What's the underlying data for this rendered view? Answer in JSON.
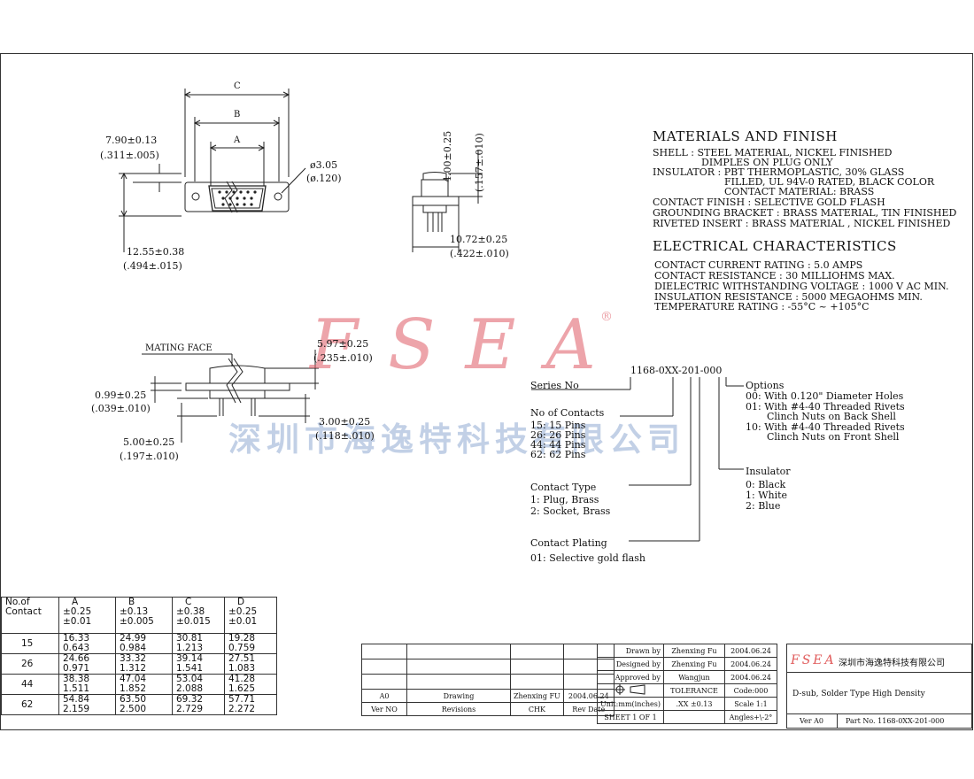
{
  "materials": {
    "title": "MATERIALS  AND  FINISH",
    "lines": [
      "SHELL : STEEL MATERIAL, NICKEL FINISHED",
      "DIMPLES ON PLUG ONLY",
      "INSULATOR : PBT THERMOPLASTIC, 30% GLASS",
      "FILLED, UL 94V-0 RATED, BLACK COLOR",
      "CONTACT MATERIAL: BRASS",
      "CONTACT FINISH : SELECTIVE GOLD FLASH",
      "GROUNDING BRACKET : BRASS MATERIAL, TIN FINISHED",
      "RIVETED INSERT : BRASS MATERIAL , NICKEL FINISHED"
    ]
  },
  "electrical": {
    "title": "ELECTRICAL  CHARACTERISTICS",
    "lines": [
      "CONTACT CURRENT RATING : 5.0 AMPS",
      "CONTACT RESISTANCE : 30 MILLIOHMS MAX.",
      "DIELECTRIC WITHSTANDING VOLTAGE : 1000 V AC MIN.",
      "INSULATION RESISTANCE : 5000 MEGAOHMS MIN.",
      "TEMPERATURE RATING : -55°C ~ +105°C"
    ]
  },
  "front_view": {
    "c": "C",
    "b": "B",
    "a": "A",
    "dim_790": "7.90±0.13",
    "dim_311": "(.311±.005)",
    "dim_305": "ø3.05",
    "dim_120": "(ø.120)",
    "dim_1255": "12.55±0.38",
    "dim_494": "(.494±.015)"
  },
  "side_view": {
    "dim_400": "4.00±0.25",
    "dim_157": "(.157±.010)",
    "dim_1072": "10.72±0.25",
    "dim_422": "(.422±.010)"
  },
  "mating_view": {
    "mating_face": "MATING  FACE",
    "dim_597": "5.97±0.25",
    "dim_235": "(.235±.010)",
    "dim_099": "0.99±0.25",
    "dim_039": "(.039±.010)",
    "dim_300": "3.00±0.25",
    "dim_118": "(.118±.010)",
    "dim_500": "5.00±0.25",
    "dim_197": "(.197±.010)"
  },
  "watermark": {
    "logo": "FSEA",
    "reg": "®",
    "company": "深圳市海逸特科技有限公司"
  },
  "part_number": {
    "code": "1168-0XX-201-000",
    "series_label": "Series No",
    "contacts_title": "No of Contacts",
    "contacts": [
      "15: 15 Pins",
      "26: 26 Pins",
      "44: 44 Pins",
      "62: 62 Pins"
    ],
    "contact_type_title": "Contact Type",
    "contact_types": [
      "1: Plug, Brass",
      "2: Socket, Brass"
    ],
    "plating_title": "Contact Plating",
    "plating": [
      "01: Selective gold flash"
    ],
    "options_title": "Options",
    "options": [
      "00: With 0.120\" Diameter Holes",
      "01: With #4-40 Threaded Rivets",
      "Clinch Nuts on Back Shell",
      "10: With #4-40 Threaded Rivets",
      "Clinch Nuts on Front Shell"
    ],
    "insulator_title": "Insulator",
    "insulators": [
      "0: Black",
      "1: White",
      "2: Blue"
    ]
  },
  "dim_table": {
    "headers": [
      [
        "No.of",
        "Contact"
      ],
      [
        "A",
        "±0.25",
        "±0.01"
      ],
      [
        "B",
        "±0.13",
        "±0.005"
      ],
      [
        "C",
        "±0.38",
        "±0.015"
      ],
      [
        "D",
        "±0.25",
        "±0.01"
      ]
    ],
    "rows": [
      {
        "contact": "15",
        "a": [
          "16.33",
          "0.643"
        ],
        "b": [
          "24.99",
          "0.984"
        ],
        "c": [
          "30.81",
          "1.213"
        ],
        "d": [
          "19.28",
          "0.759"
        ]
      },
      {
        "contact": "26",
        "a": [
          "24.66",
          "0.971"
        ],
        "b": [
          "33.32",
          "1.312"
        ],
        "c": [
          "39.14",
          "1.541"
        ],
        "d": [
          "27.51",
          "1.083"
        ]
      },
      {
        "contact": "44",
        "a": [
          "38.38",
          "1.511"
        ],
        "b": [
          "47.04",
          "1.852"
        ],
        "c": [
          "53.04",
          "2.088"
        ],
        "d": [
          "41.28",
          "1.625"
        ]
      },
      {
        "contact": "62",
        "a": [
          "54.84",
          "2.159"
        ],
        "b": [
          "63.50",
          "2.500"
        ],
        "c": [
          "69.32",
          "2.729"
        ],
        "d": [
          "57.71",
          "2.272"
        ]
      }
    ]
  },
  "title_block": {
    "rev_a0": "A0",
    "rev_drawing": "Drawing",
    "rev_by": "Zhenxing FU",
    "rev_date": "2004.06.24",
    "hdr_verno": "Ver NO",
    "hdr_revisions": "Revisions",
    "hdr_chk": "CHK",
    "hdr_revdate": "Rev Date",
    "drawn_label": "Drawn   by",
    "drawn_name": "Zhenxing Fu",
    "drawn_date": "2004.06.24",
    "designed_label": "Designed  by",
    "designed_name": "Zhenxing Fu",
    "designed_date": "2004.06.24",
    "approved_label": "Approved  by",
    "approved_name": "Wangjun",
    "approved_date": "2004.06.24",
    "tolerance_label": "TOLERANCE",
    "code_label": "Code:000",
    "units_label": "Unit:mm(inches)",
    "tol_value": ".XX   ±0.13",
    "scale_label": "Scale 1:1",
    "sheet_label": "SHEET 1 OF 1",
    "angles_label": "Angles+\\-2°",
    "brand": "FSEA",
    "company": "深圳市海逸特科技有限公司",
    "product": "D-sub, Solder Type High Density",
    "ver_label": "Ver A0",
    "part_label": "Part No. 1168-0XX-201-000"
  }
}
